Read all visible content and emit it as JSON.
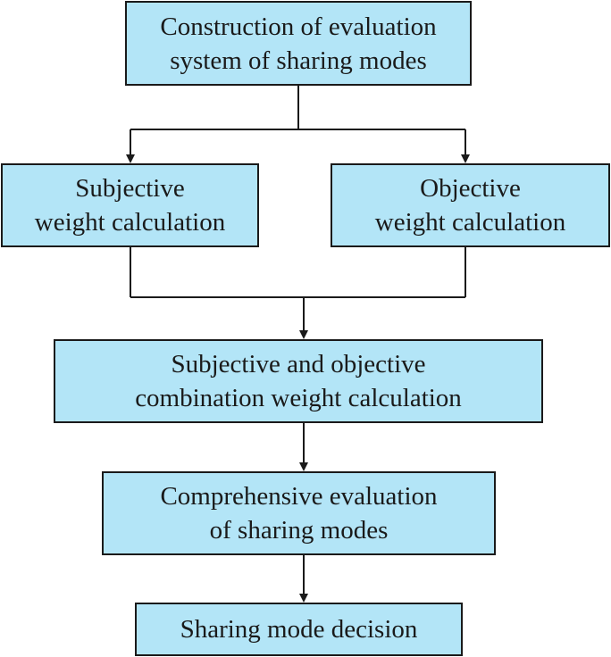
{
  "flowchart": {
    "colors": {
      "box_fill": "#b3e5f7",
      "border": "#1a1a1a",
      "text": "#1a1a1a"
    },
    "nodes": [
      {
        "id": "construction",
        "lines": [
          "Construction of evaluation",
          "system of sharing modes"
        ]
      },
      {
        "id": "subjective",
        "lines": [
          "Subjective",
          "weight calculation"
        ]
      },
      {
        "id": "objective",
        "lines": [
          "Objective",
          "weight calculation"
        ]
      },
      {
        "id": "combination",
        "lines": [
          "Subjective and objective",
          "combination weight calculation"
        ]
      },
      {
        "id": "comprehensive",
        "lines": [
          "Comprehensive evaluation",
          "of sharing modes"
        ]
      },
      {
        "id": "decision",
        "lines": [
          "Sharing mode decision"
        ]
      }
    ],
    "edges": [
      {
        "from": "construction",
        "to": "subjective"
      },
      {
        "from": "construction",
        "to": "objective"
      },
      {
        "from": "subjective",
        "to": "combination"
      },
      {
        "from": "objective",
        "to": "combination"
      },
      {
        "from": "combination",
        "to": "comprehensive"
      },
      {
        "from": "comprehensive",
        "to": "decision"
      }
    ]
  }
}
